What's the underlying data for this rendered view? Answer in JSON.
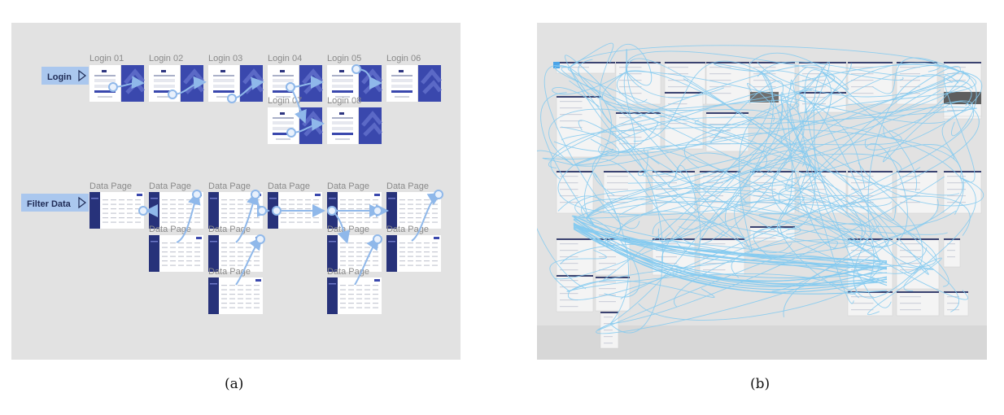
{
  "captions": {
    "a": "(a)",
    "b": "(b)"
  },
  "panel_a": {
    "flows": [
      {
        "label": "Login"
      },
      {
        "label": "Filter Data"
      }
    ],
    "login_frames": [
      {
        "title": "Login 01"
      },
      {
        "title": "Login 02"
      },
      {
        "title": "Login 03"
      },
      {
        "title": "Login 04"
      },
      {
        "title": "Login 05"
      },
      {
        "title": "Login 06"
      },
      {
        "title": "Login 07"
      },
      {
        "title": "Login 08"
      }
    ],
    "data_frames": [
      {
        "title": "Data Page"
      },
      {
        "title": "Data Page"
      },
      {
        "title": "Data Page"
      },
      {
        "title": "Data Page"
      },
      {
        "title": "Data Page"
      },
      {
        "title": "Data Page"
      },
      {
        "title": "Data Page"
      },
      {
        "title": "Data Page"
      },
      {
        "title": "Data Page"
      },
      {
        "title": "Data Page"
      },
      {
        "title": "Data Page"
      },
      {
        "title": "Data Page"
      }
    ]
  },
  "colors": {
    "canvas": "#e2e2e2",
    "flow_label_bg": "#aac7ee",
    "connector": "#8fb8ea",
    "login_art": "#3a48ad",
    "data_sidebar": "#27327a",
    "overview_connector": "#86cbf0"
  }
}
